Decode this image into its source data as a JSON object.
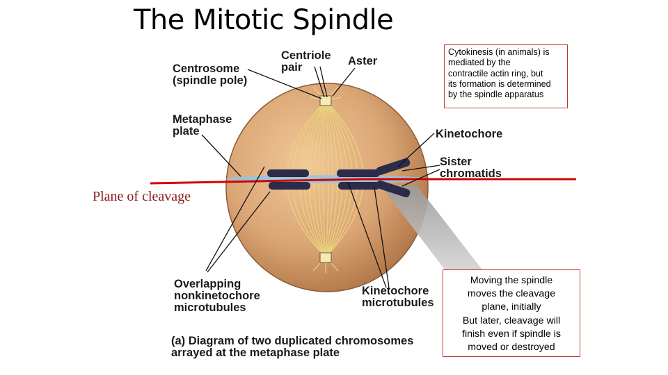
{
  "slide": {
    "title": "The Mitotic Spindle"
  },
  "diagram": {
    "labels": {
      "centrosome": "Centrosome\n(spindle pole)",
      "centriole_pair": "Centriole\npair",
      "aster": "Aster",
      "metaphase_plate": "Metaphase\nplate",
      "kinetochore": "Kinetochore",
      "sister_chromatids": "Sister\nchromatids",
      "overlapping_microtubules": "Overlapping\nnonkinetochore\nmicrotubules",
      "kinetochore_microtubules": "Kinetochore\nmicrotubules",
      "caption": "(a) Diagram of two duplicated chromosomes\n      arrayed at the metaphase plate"
    },
    "plane_of_cleavage": "Plane of cleavage"
  },
  "notes": {
    "top": "Cytokinesis (in animals) is\nmediated by the\ncontractile actin ring, but\nits formation is determined\nby the spindle apparatus",
    "bottom": "Moving the spindle\nmoves the cleavage\nplane, initially\nBut later, cleavage will\nfinish even if spindle is\nmoved or destroyed"
  },
  "colors": {
    "cell_fill": "#d9a372",
    "spindle_fibers": "#e8d27a",
    "chromosomes": "#2b2b4a",
    "metaphase_band": "#8fc8e6",
    "cleavage_line": "#d40000",
    "note_border": "#c0392b"
  }
}
